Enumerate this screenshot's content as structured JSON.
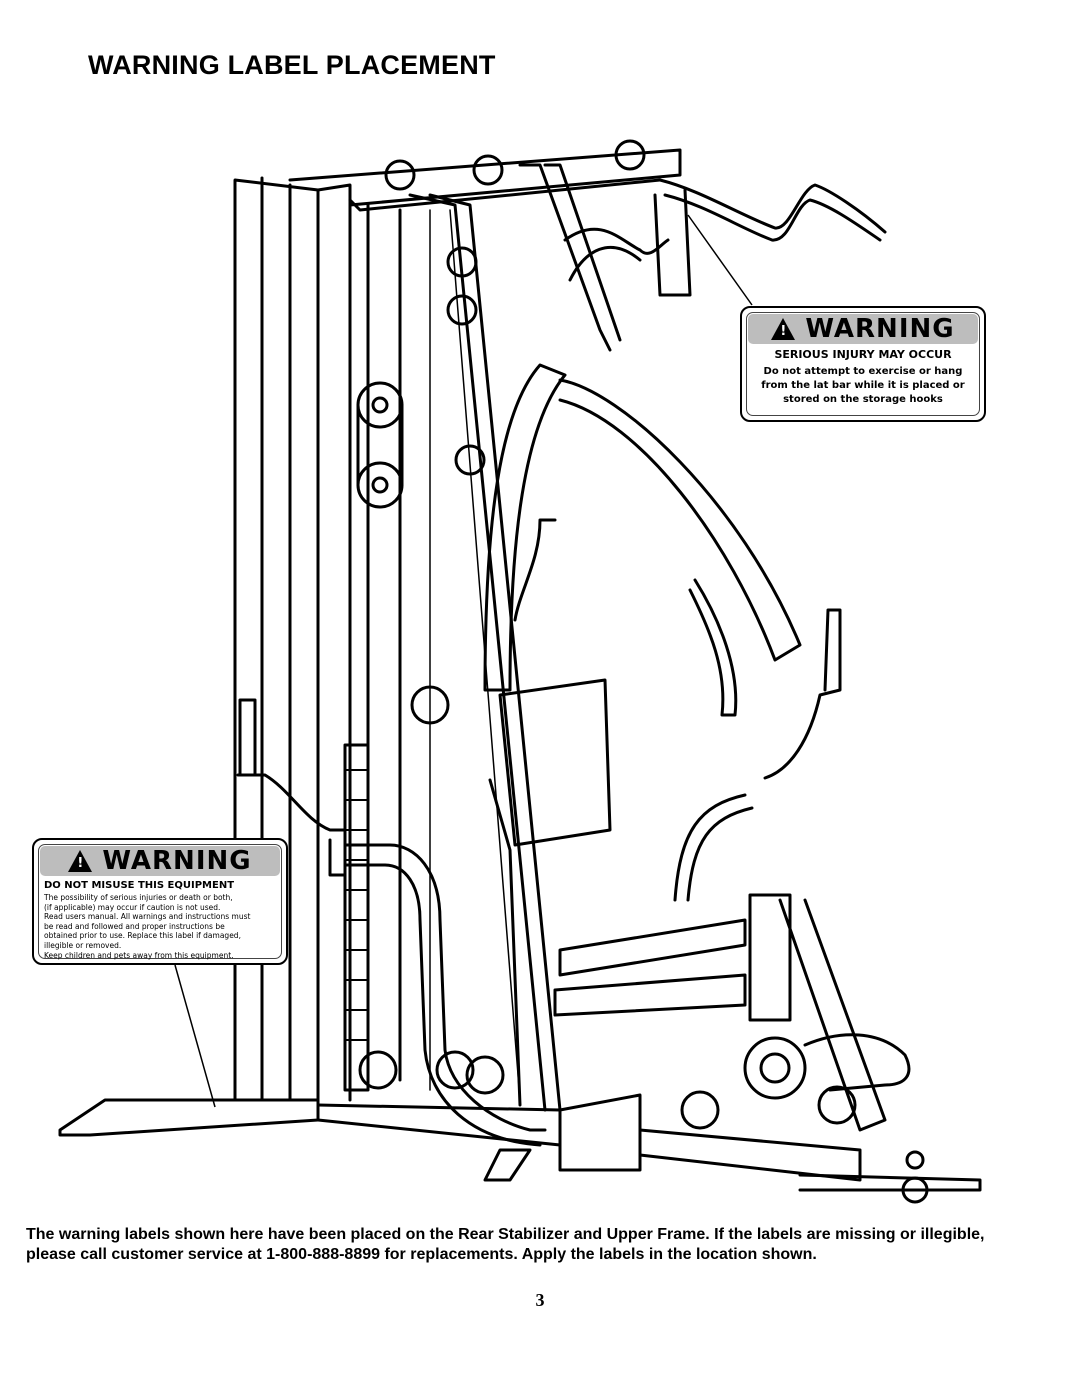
{
  "title": "WARNING LABEL PLACEMENT",
  "upper_label": {
    "heading": "WARNING",
    "subheading": "SERIOUS INJURY MAY OCCUR",
    "lines": [
      "Do not attempt to exercise or hang",
      "from the lat bar while it is placed or",
      "stored on the storage hooks"
    ]
  },
  "lower_label": {
    "heading": "WARNING",
    "subheading": "DO NOT MISUSE THIS EQUIPMENT",
    "lines": [
      "The possibility of serious injuries or death or both,",
      "(if applicable) may occur if caution is not used.",
      "Read users manual. All warnings and instructions must",
      "be read and followed and proper instructions be",
      "obtained prior to use. Replace this label if damaged,",
      "illegible or removed.",
      "Keep children and pets away from this equipment."
    ]
  },
  "caption": "The warning labels shown here have been placed on the Rear Stabilizer and Upper Frame.  If the labels are missing or illegible, please call customer service at 1-800-888-8899 for replacements.  Apply the labels in the location shown.",
  "page_number": "3"
}
